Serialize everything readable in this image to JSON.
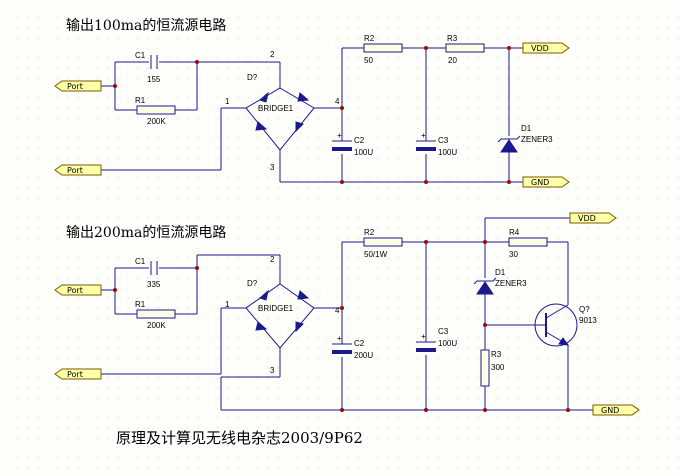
{
  "circuit1": {
    "title": "输出100ma的恒流源电路",
    "port_in_top": "Port",
    "port_in_bottom": "Port",
    "port_vdd": "VDD",
    "port_gnd": "GND",
    "c1_ref": "C1",
    "c1_val": "155",
    "r1_ref": "R1",
    "r1_val": "200K",
    "bridge_ref": "D?",
    "bridge_val": "BRIDGE1",
    "pin1": "1",
    "pin2": "2",
    "pin3": "3",
    "pin4": "4",
    "r2_ref": "R2",
    "r2_val": "50",
    "r3_ref": "R3",
    "r3_val": "20",
    "c2_ref": "C2",
    "c2_val": "100U",
    "c3_ref": "C3",
    "c3_val": "100U",
    "d1_ref": "D1",
    "d1_val": "ZENER3"
  },
  "circuit2": {
    "title": "输出200ma的恒流源电路",
    "port_in_top": "Port",
    "port_in_bottom": "Port",
    "port_vdd": "VDD",
    "port_gnd": "GND",
    "c1_ref": "C1",
    "c1_val": "335",
    "r1_ref": "R1",
    "r1_val": "200K",
    "bridge_ref": "D?",
    "bridge_val": "BRIDGE1",
    "pin1": "1",
    "pin2": "2",
    "pin3": "3",
    "pin4": "4",
    "r2_ref": "R2",
    "r2_val": "50/1W",
    "c2_ref": "C2",
    "c2_val": "200U",
    "c3_ref": "C3",
    "c3_val": "100U",
    "d1_ref": "D1",
    "d1_val": "ZENER3",
    "r4_ref": "R4",
    "r4_val": "30",
    "q_ref": "Q?",
    "q_val": "9013",
    "r3_ref": "R3",
    "r3_val": "300"
  },
  "footnote": "原理及计算见无线电杂志2003/9P62"
}
